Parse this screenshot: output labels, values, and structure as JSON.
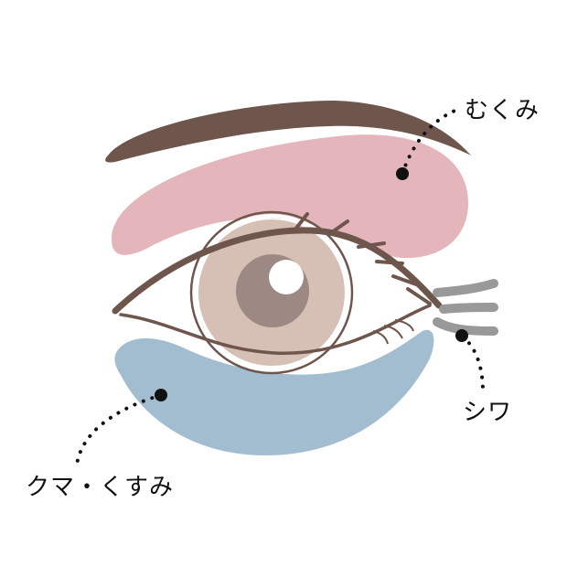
{
  "diagram": {
    "subject": "eye concerns illustration",
    "labels": {
      "swelling": "むくみ",
      "wrinkles": "シワ",
      "dark_circles": "クマ・くすみ"
    },
    "colors": {
      "background": "#ffffff",
      "eyebrow": "#6e564d",
      "eyelid_swelling_area": "#e4b6bc",
      "under_eye_area": "#a3bdd0",
      "eye_outline": "#6e564d",
      "iris": "#d6bfb4",
      "pupil": "#9c8983",
      "highlight": "#ffffff",
      "wrinkle_lines": "#999999",
      "leader_lines": "#111111"
    }
  }
}
